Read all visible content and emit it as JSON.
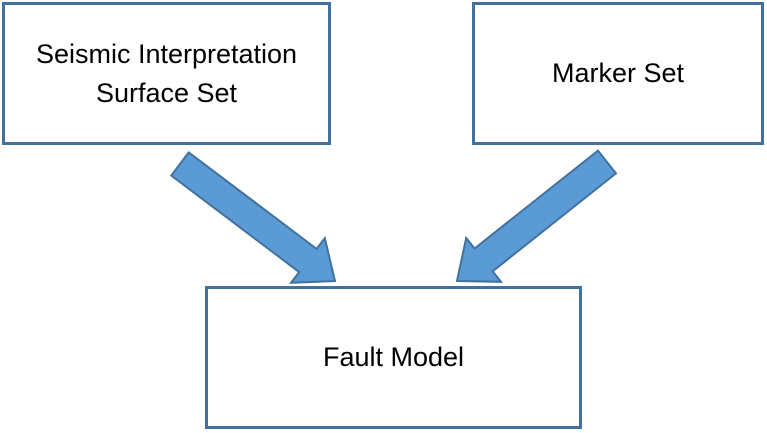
{
  "diagram": {
    "type": "flow-diagram",
    "nodes": [
      {
        "id": "seismic-surface-set",
        "label": "Seismic Interpretation Surface Set"
      },
      {
        "id": "marker-set",
        "label": "Marker Set"
      },
      {
        "id": "fault-model",
        "label": "Fault Model"
      }
    ],
    "edges": [
      {
        "from": "seismic-surface-set",
        "to": "fault-model",
        "style": "block-arrow"
      },
      {
        "from": "marker-set",
        "to": "fault-model",
        "style": "block-arrow"
      }
    ],
    "colors": {
      "background": "#FFFFFF",
      "box_fill": "#FFFFFF",
      "box_border": "#41719C",
      "arrow_fill": "#5B9BD5",
      "arrow_outline": "#41719C",
      "text": "#000000"
    }
  }
}
